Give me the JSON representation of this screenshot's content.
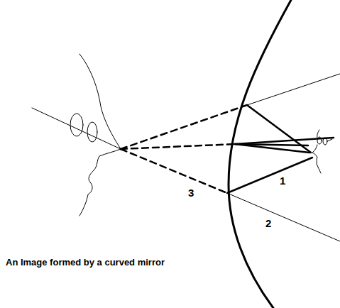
{
  "diagram": {
    "caption": "An Image formed by a curved mirror",
    "labels": [
      "3",
      "1",
      "2"
    ]
  }
}
